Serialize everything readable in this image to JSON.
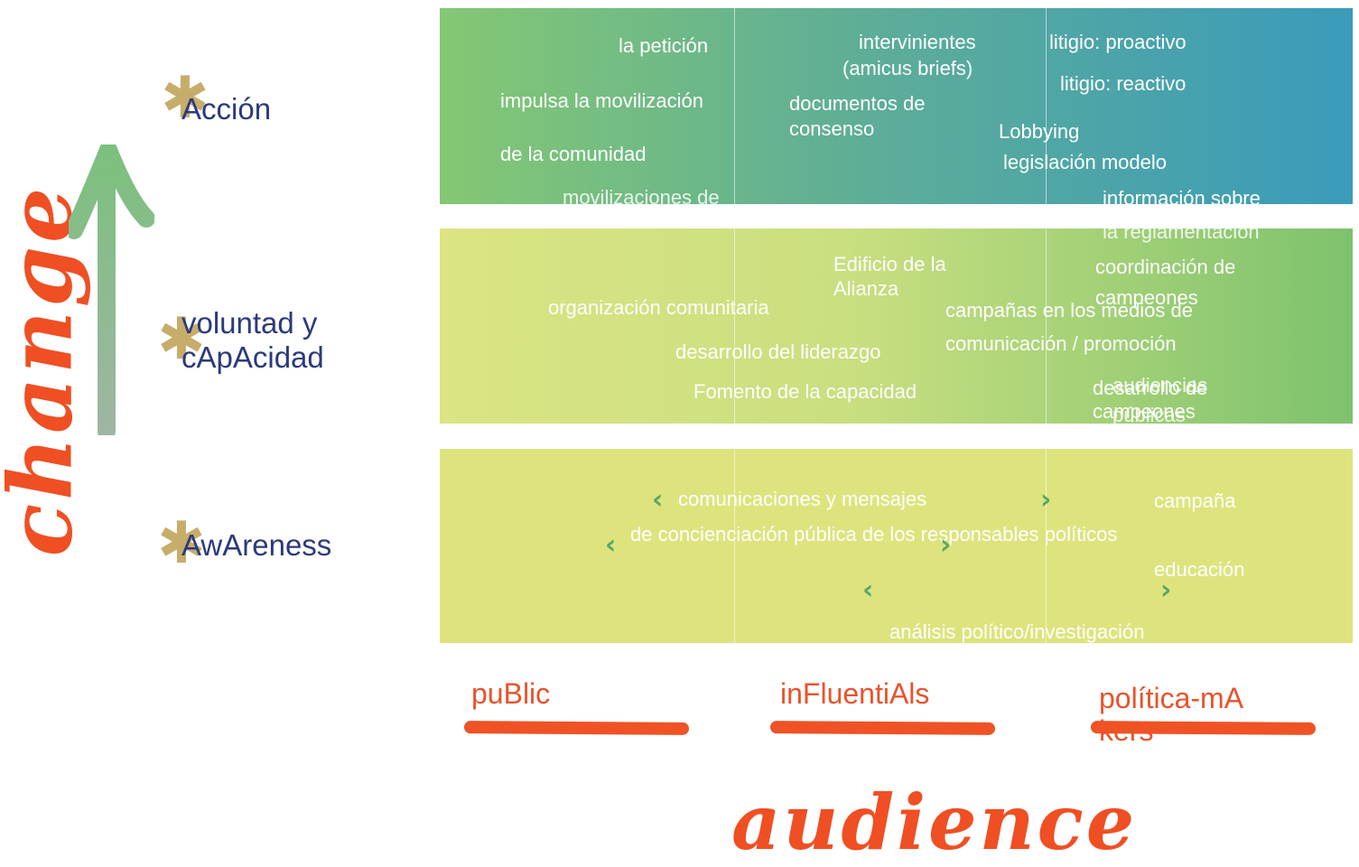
{
  "axis": {
    "vertical": "change",
    "horizontal": "audience"
  },
  "levels": [
    {
      "label": "Acción"
    },
    {
      "label": "voluntad y cApAcidad"
    },
    {
      "label": "AwAreness"
    }
  ],
  "audiences": [
    "puBlic",
    "inFluentiAls",
    "política-mAkers"
  ],
  "action_items": [
    "la petición",
    "impulsa la movilización",
    "de la comunidad",
    "movilizaciones de",
    "intervinientes",
    "(amicus briefs)",
    "documentos de",
    "consenso",
    "litigio: proactivo",
    "litigio: reactivo",
    "Lobbying",
    "legislación modelo",
    "información sobre",
    "la reglamentación"
  ],
  "will_items": [
    "organización comunitaria",
    "desarrollo del liderazgo",
    "Fomento de la capacidad",
    "Edificio de la",
    "Alianza",
    "campañas en los medios de",
    "comunicación / promoción",
    "coordinación de",
    "campeones",
    "desarrollo de",
    "campeones",
    "audiencias",
    "públicas"
  ],
  "awareness_items": [
    "comunicaciones y mensajes",
    "de concienciación pública de los responsables políticos",
    "campaña",
    "educación",
    "análisis político/investigación"
  ],
  "colors": {
    "change_label": "#ef4f23",
    "audience_label": "#ef4f23",
    "level_text": "#2b3a7c",
    "arrow": "#8fb896"
  }
}
